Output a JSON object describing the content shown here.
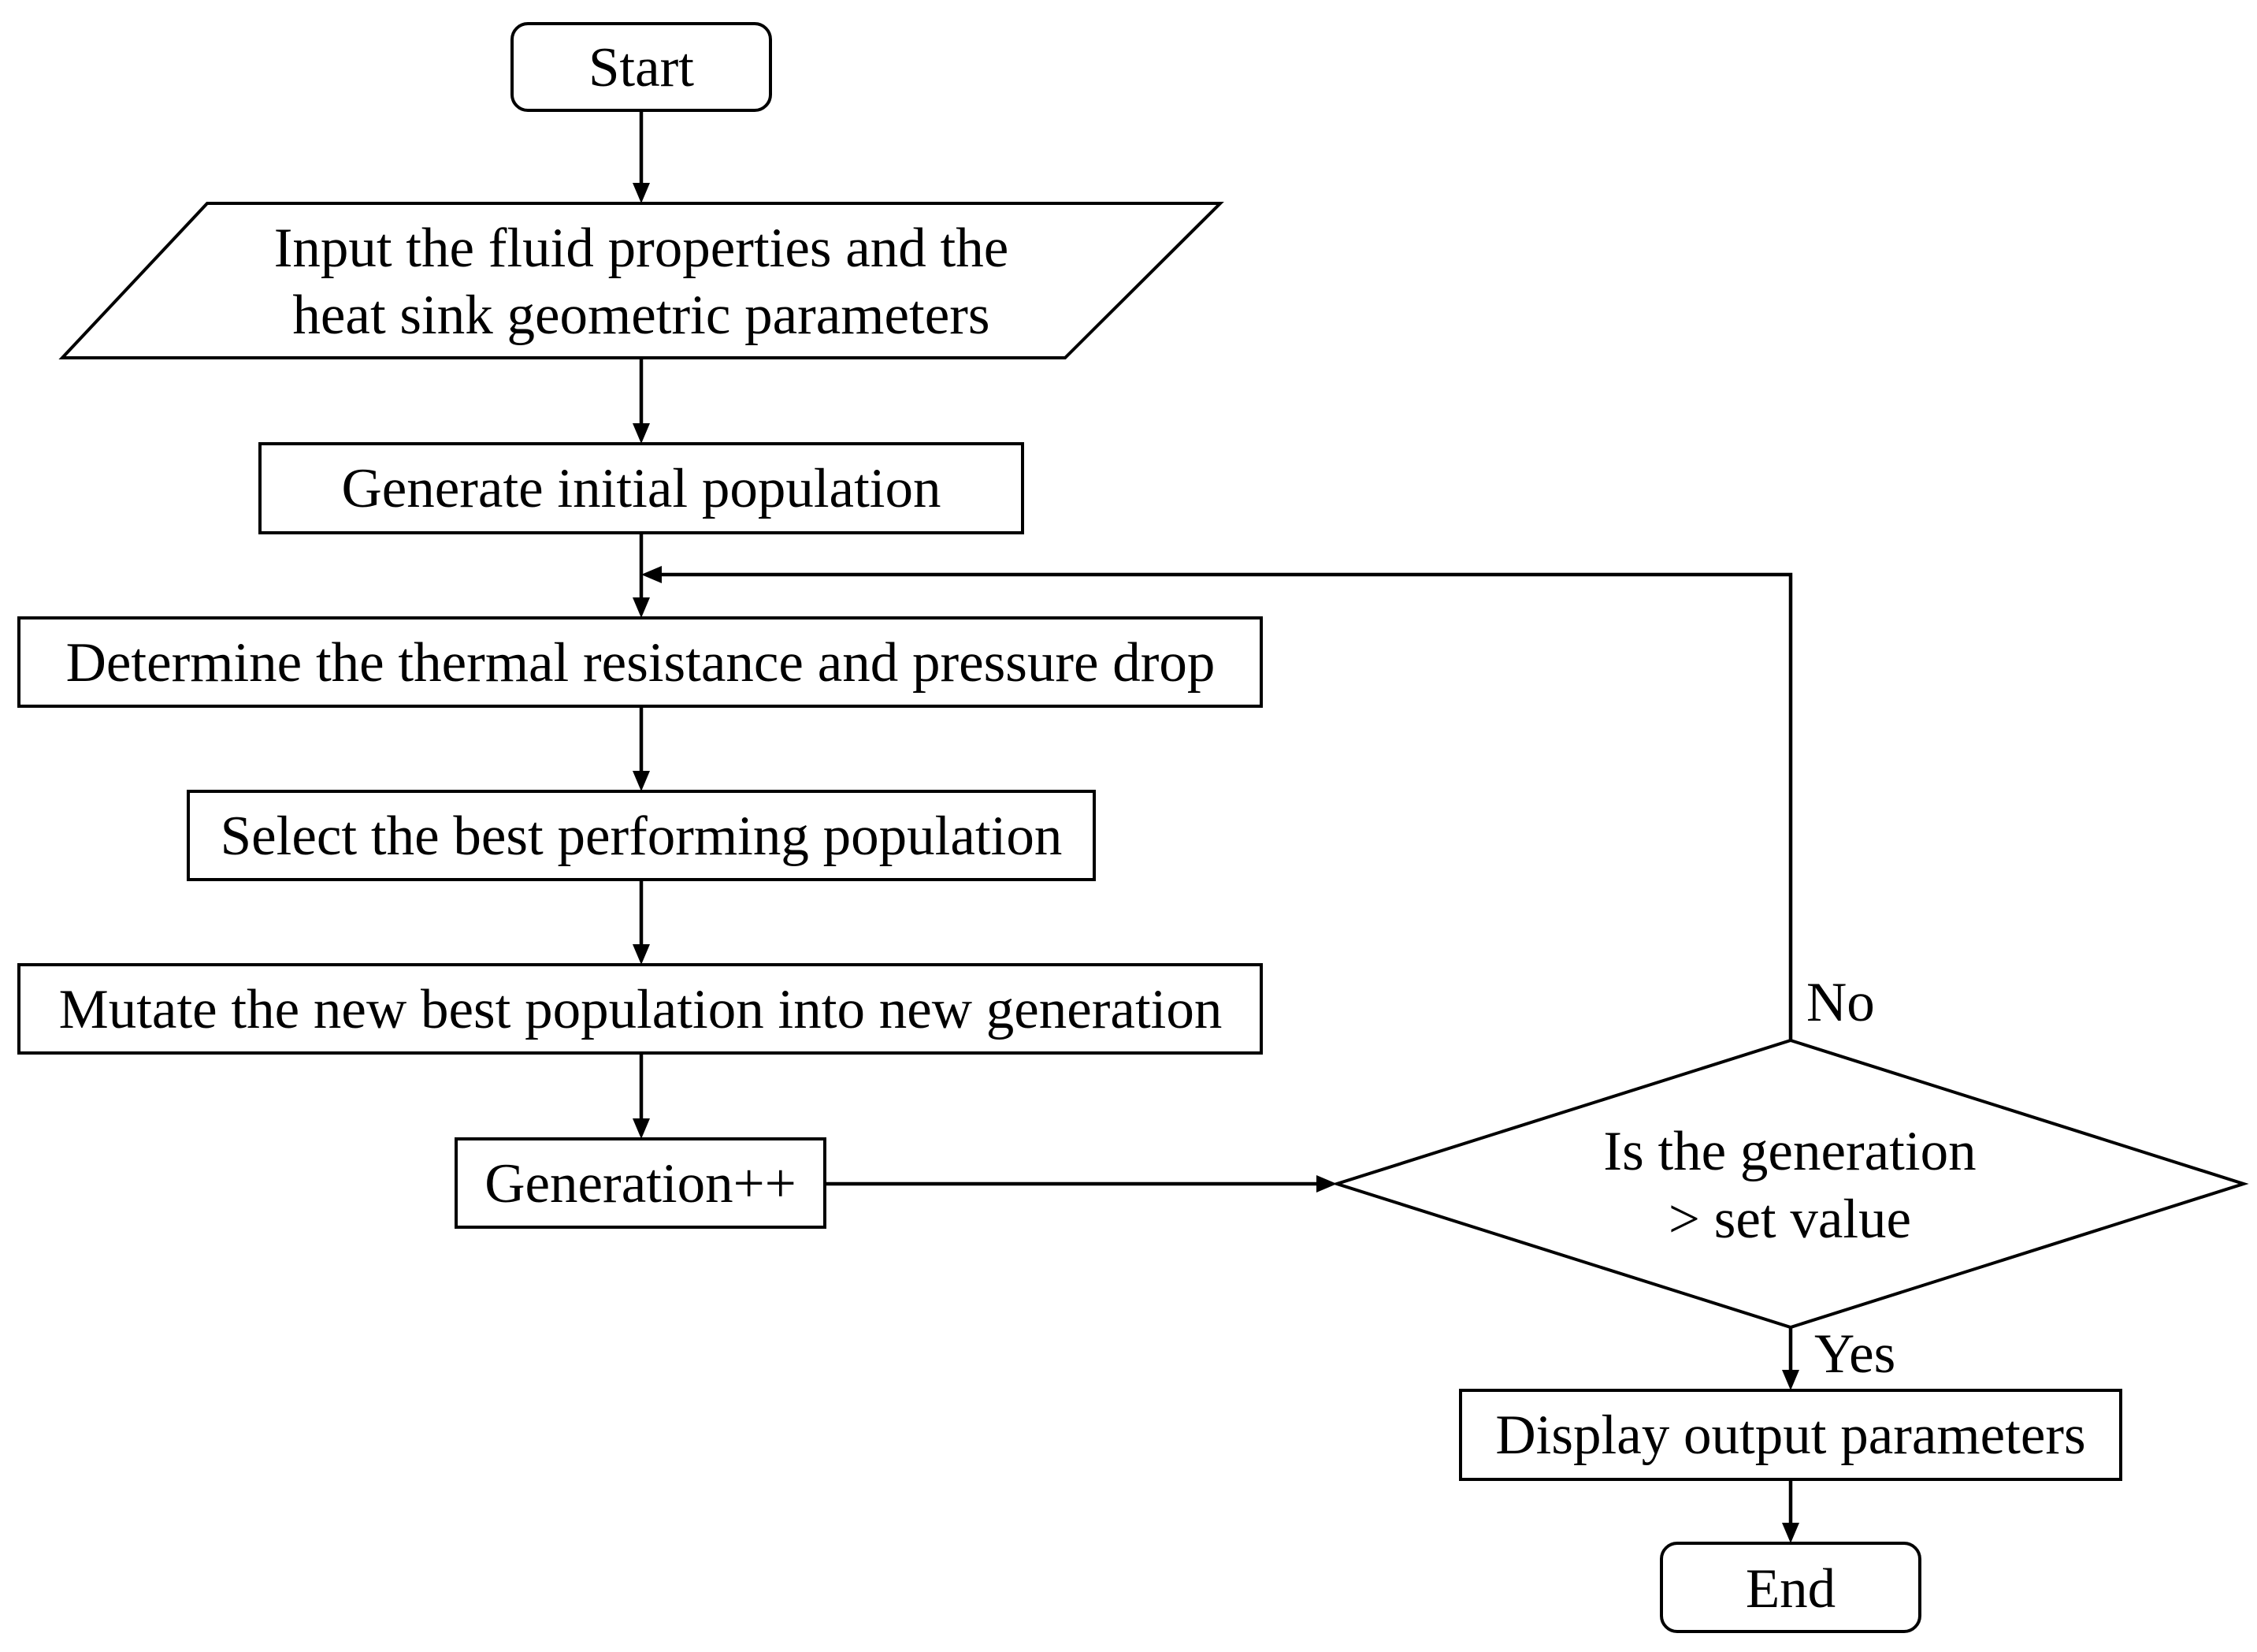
{
  "nodes": {
    "start": {
      "label": "Start"
    },
    "input": {
      "line1": "Input the fluid properties and the",
      "line2": "heat sink geometric parameters"
    },
    "generate": {
      "label": "Generate initial population"
    },
    "determine": {
      "label": "Determine the thermal resistance and pressure drop"
    },
    "select": {
      "label": "Select the best performing population"
    },
    "mutate": {
      "label": "Mutate the new best population into new generation"
    },
    "increment": {
      "label": "Generation++"
    },
    "decision": {
      "line1": "Is the generation",
      "line2": "> set value"
    },
    "display": {
      "label": "Display output parameters"
    },
    "end": {
      "label": "End"
    }
  },
  "edges": {
    "no_label": "No",
    "yes_label": "Yes"
  }
}
